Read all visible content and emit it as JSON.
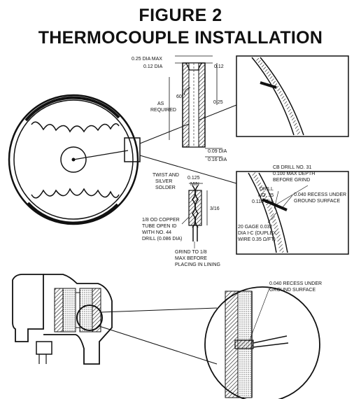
{
  "figure": {
    "number": "FIGURE 2",
    "title": "THERMOCOUPLE INSTALLATION"
  },
  "detail_plug": {
    "dia_max": "0.25 DIA MAX",
    "dia_012": "0.12 DIA",
    "depth_012": "0.12",
    "angle": "60°",
    "as_req_1": "AS",
    "as_req_2": "REQUIRED",
    "len_025": "0.25",
    "dia_009": "0.09 DIA",
    "dia_016": "0.16 DIA"
  },
  "detail_wire": {
    "twist_1": "TWIST AND",
    "twist_2": "SILVER",
    "twist_3": "SOLDER",
    "min_val": "0.125",
    "min_lbl": "MIN",
    "side_dim": "3/16",
    "tube_1": "1/8 OD COPPER",
    "tube_2": "TUBE OPEN ID",
    "tube_3": "WITH NO. 44",
    "tube_4": "DRILL (0.086 DIA)",
    "grind_1": "GRIND TO 1/8",
    "grind_2": "MAX BEFORE",
    "grind_3": "PLACING IN LINING"
  },
  "detail_drill": {
    "cb_1": "CB DRILL NO. 31",
    "cb_2": "0.100 MAX DEPTH",
    "cb_3": "BEFORE GRIND",
    "drill_1": "DRILL",
    "drill_2": "NO. 35",
    "drill_3": "0.110 DIA",
    "recess_1": "0.040 RECESS UNDER",
    "recess_2": "GROUND SURFACE",
    "gage_1": "20 GAGE 0.032",
    "gage_2": "DIA I-C (DUPLEX",
    "gage_3": "WIRE 0.35 Ω/FT)"
  },
  "detail_lower": {
    "recess_1": "0.040 RECESS UNDER",
    "recess_2": "GROUND SURFACE"
  }
}
